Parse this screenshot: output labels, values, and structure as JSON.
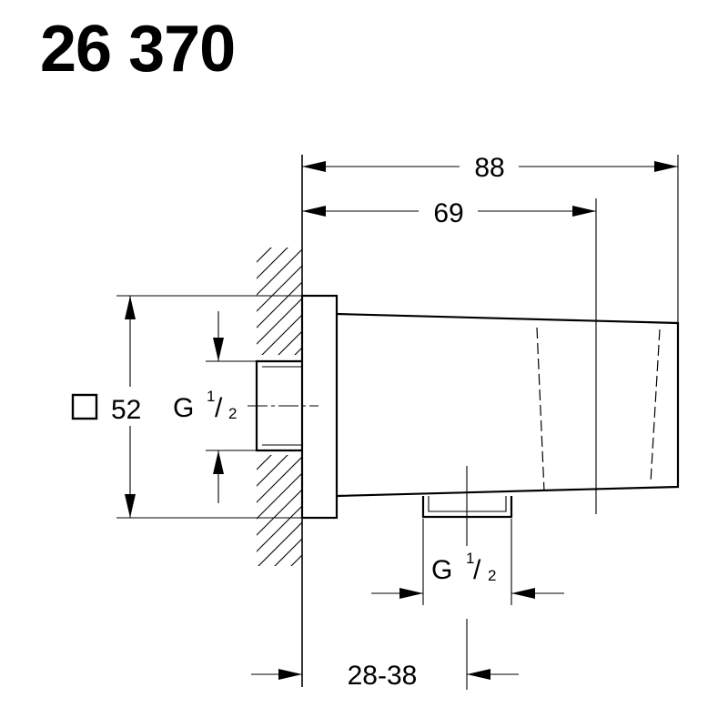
{
  "title": "26 370",
  "dimensions": {
    "overall_length": "88",
    "holder_length": "69",
    "square_size": "52",
    "inlet_thread": "G",
    "inlet_thread_fraction_num": "1",
    "inlet_thread_fraction_den": "2",
    "outlet_thread": "G",
    "outlet_thread_fraction_num": "1",
    "outlet_thread_fraction_den": "2",
    "wall_offset": "28-38"
  }
}
